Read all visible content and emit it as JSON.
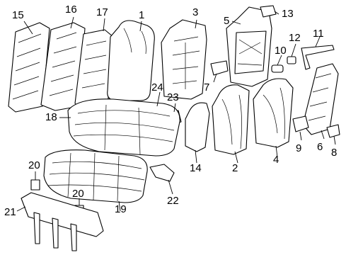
{
  "callouts": {
    "c1": "1",
    "c2": "2",
    "c3": "3",
    "c4": "4",
    "c5": "5",
    "c6": "6",
    "c7": "7",
    "c8": "8",
    "c9": "9",
    "c10": "10",
    "c11": "11",
    "c12": "12",
    "c13": "13",
    "c14": "14",
    "c15": "15",
    "c16": "16",
    "c17": "17",
    "c18": "18",
    "c19": "19",
    "c20a": "20",
    "c20b": "20",
    "c21": "21",
    "c22": "22",
    "c23": "23",
    "c24": "24"
  },
  "colors": {
    "line": "#000000",
    "background": "#ffffff"
  }
}
